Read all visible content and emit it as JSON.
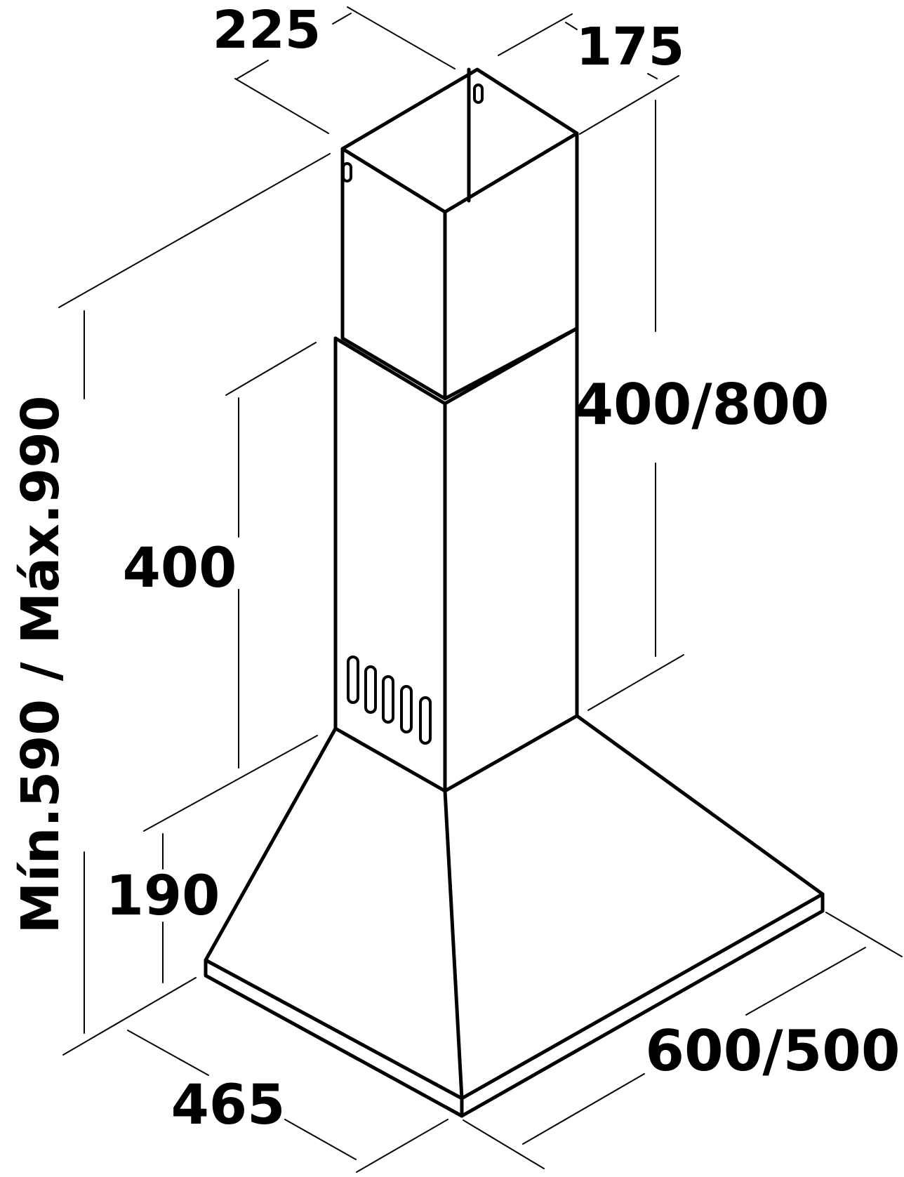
{
  "diagram": {
    "colors": {
      "line": "#000000",
      "background": "#ffffff"
    },
    "labels": {
      "chimney_depth": "225",
      "chimney_width": "175",
      "upper_chimney_height": "400/800",
      "lower_chimney_height": "400",
      "canopy_height": "190",
      "total_height": "Mín.590 / Máx.990",
      "hood_depth": "465",
      "hood_width": "600/500"
    }
  }
}
